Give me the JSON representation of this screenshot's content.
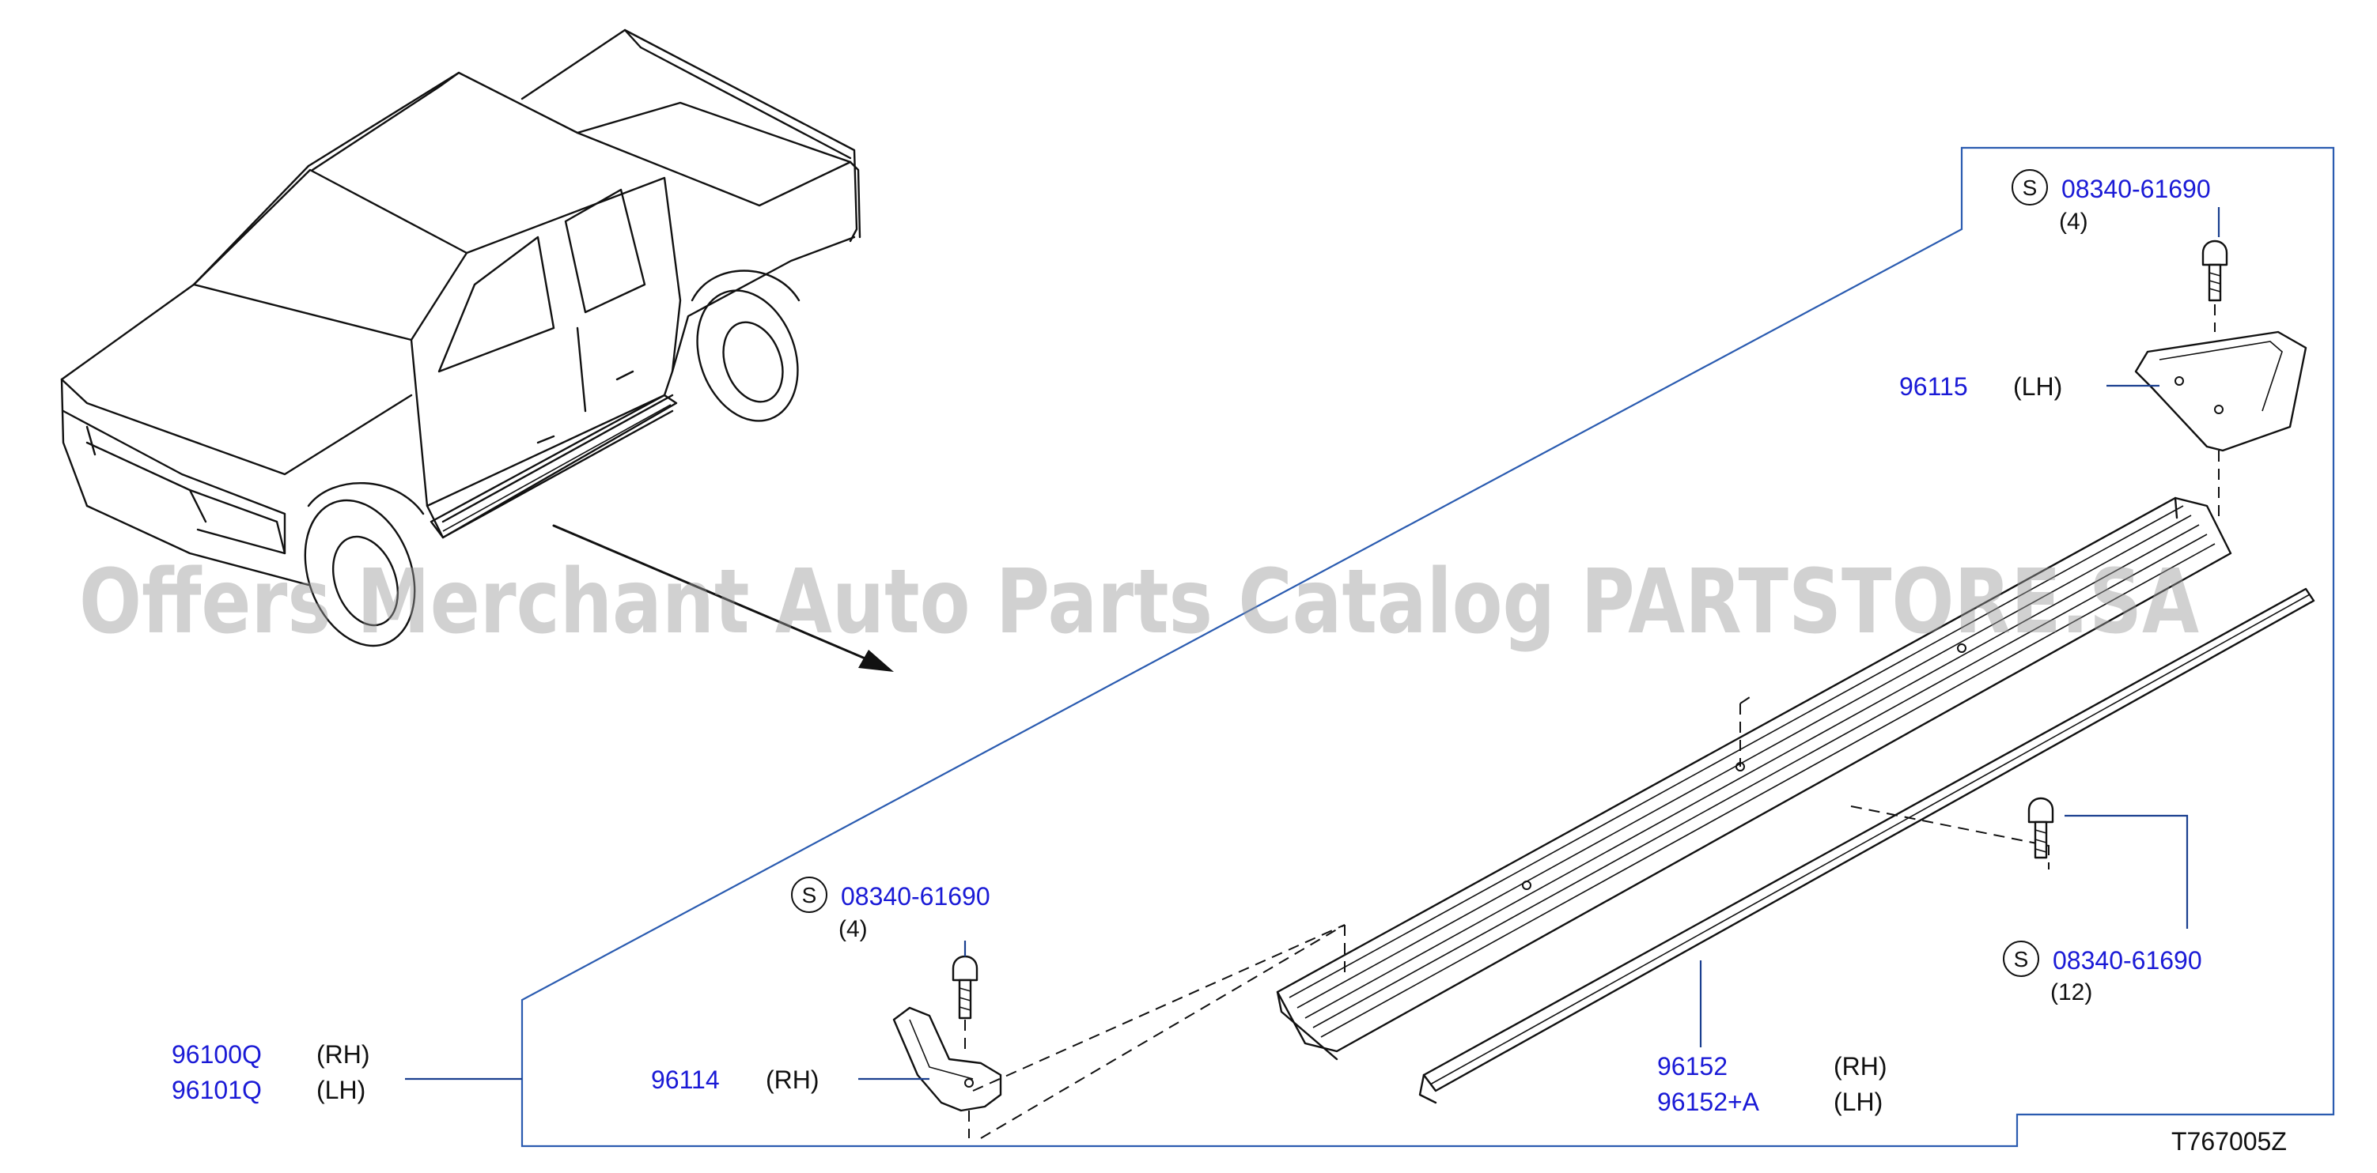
{
  "watermark": "Offers Merchant Auto Parts Catalog PARTSTORE.SA",
  "drawing_code": "T767005Z",
  "symbol_s": "S",
  "callouts": {
    "screw_top": {
      "part_no": "08340-61690",
      "qty": "(4)"
    },
    "bracket_lh": {
      "part_no": "96115",
      "side": "(LH)"
    },
    "screw_mid": {
      "part_no": "08340-61690",
      "qty": "(4)"
    },
    "bracket_rh": {
      "part_no": "96114",
      "side": "(RH)"
    },
    "assembly": {
      "part_no_rh": "96100Q",
      "side_rh": "(RH)",
      "part_no_lh": "96101Q",
      "side_lh": "(LH)"
    },
    "molding": {
      "part_no_rh": "96152",
      "side_rh": "(RH)",
      "part_no_lh": "96152+A",
      "side_lh": "(LH)"
    },
    "screw_right": {
      "part_no": "08340-61690",
      "qty": "(12)"
    }
  }
}
